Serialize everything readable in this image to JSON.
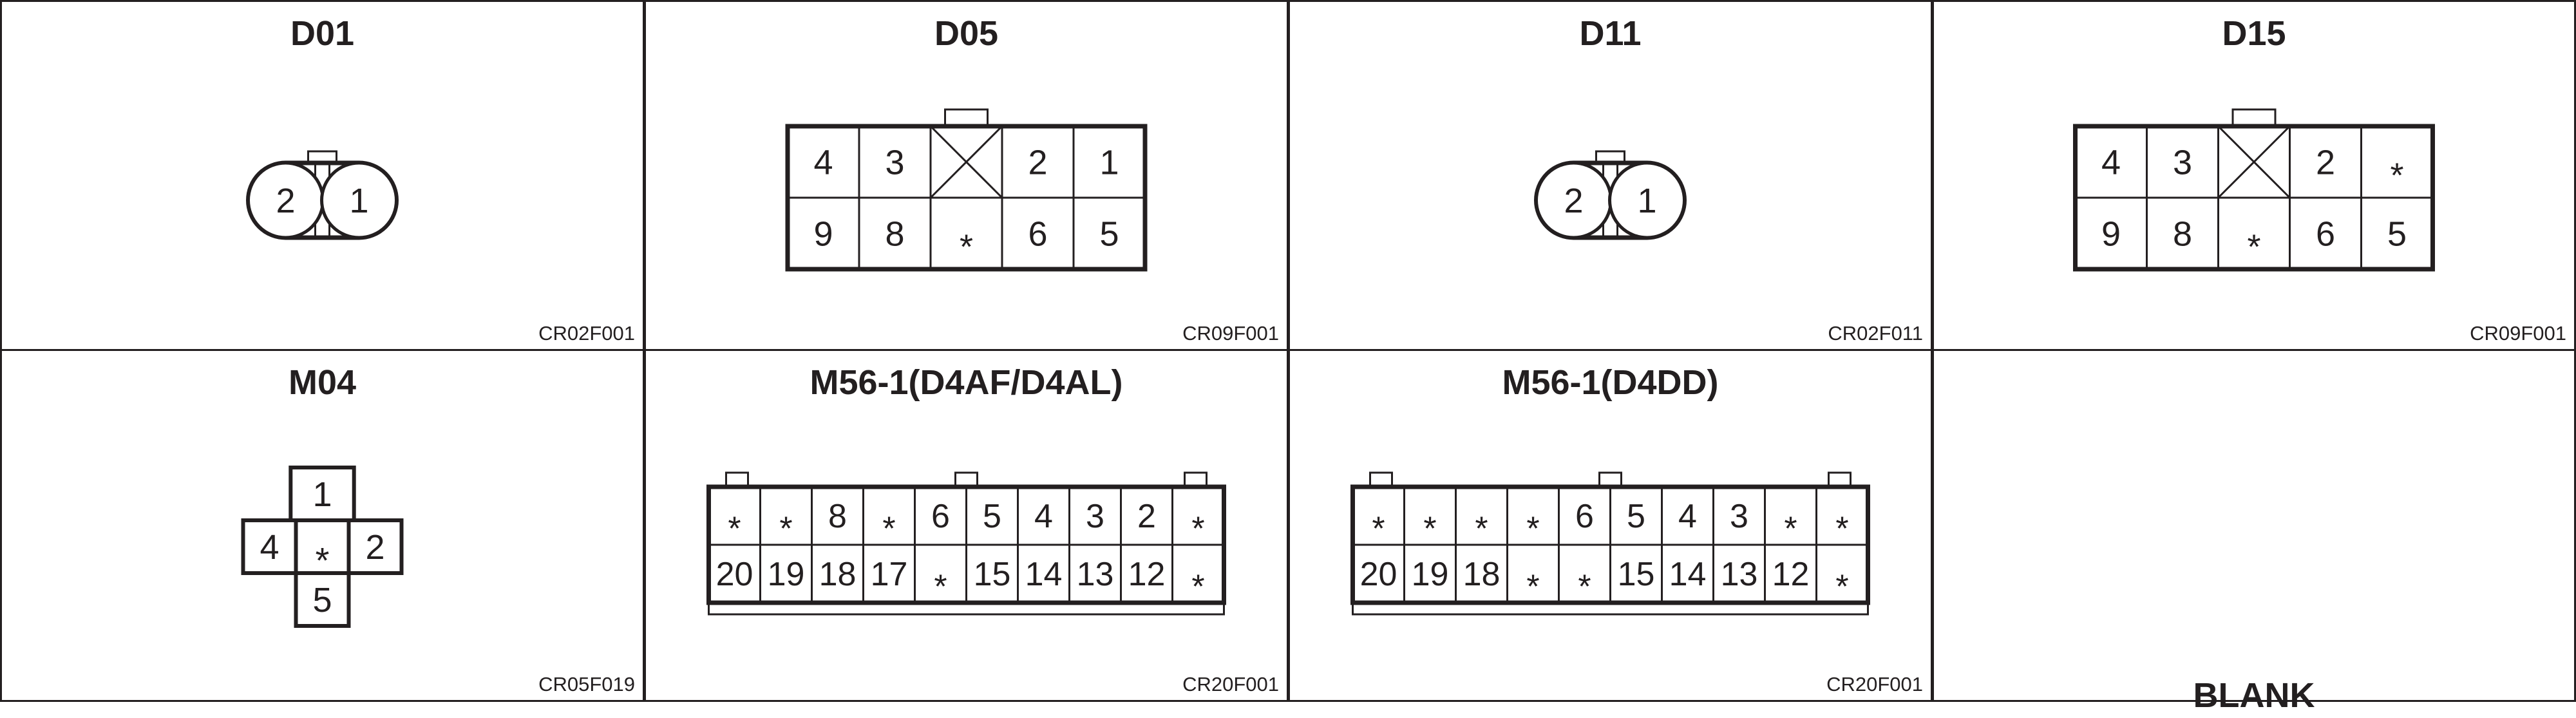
{
  "diagram": {
    "cells": [
      {
        "id": "D01",
        "title": "D01",
        "code": "CR02F001",
        "connector": {
          "type": "round-2",
          "pins": [
            "2",
            "1"
          ]
        }
      },
      {
        "id": "D05",
        "title": "D05",
        "code": "CR09F001",
        "connector": {
          "type": "rect-2x5",
          "top": [
            "4",
            "3",
            "X",
            "2",
            "1"
          ],
          "bottom": [
            "9",
            "8",
            "*",
            "6",
            "5"
          ]
        }
      },
      {
        "id": "D11",
        "title": "D11",
        "code": "CR02F011",
        "connector": {
          "type": "round-2",
          "pins": [
            "2",
            "1"
          ]
        }
      },
      {
        "id": "D15",
        "title": "D15",
        "code": "CR09F001",
        "connector": {
          "type": "rect-2x5",
          "top": [
            "4",
            "3",
            "X",
            "2",
            "*"
          ],
          "bottom": [
            "9",
            "8",
            "*",
            "6",
            "5"
          ]
        }
      },
      {
        "id": "M04",
        "title": "M04",
        "code": "CR05F019",
        "connector": {
          "type": "cross-5",
          "top": "1",
          "left": "4",
          "center": "*",
          "right": "2",
          "bottom": "5"
        }
      },
      {
        "id": "M56-1-D4AF",
        "title": "M56-1(D4AF/D4AL)",
        "code": "CR20F001",
        "connector": {
          "type": "rect-2x10",
          "top": [
            "*",
            "*",
            "8",
            "*",
            "6",
            "5",
            "4",
            "3",
            "2",
            "*"
          ],
          "bottom": [
            "20",
            "19",
            "18",
            "17",
            "*",
            "15",
            "14",
            "13",
            "12",
            "*"
          ]
        }
      },
      {
        "id": "M56-1-D4DD",
        "title": "M56-1(D4DD)",
        "code": "CR20F001",
        "connector": {
          "type": "rect-2x10",
          "top": [
            "*",
            "*",
            "*",
            "*",
            "6",
            "5",
            "4",
            "3",
            "*",
            "*"
          ],
          "bottom": [
            "20",
            "19",
            "18",
            "*",
            "*",
            "15",
            "14",
            "13",
            "12",
            "*"
          ]
        }
      },
      {
        "id": "BLANK",
        "title": "",
        "code": "",
        "label": "BLANK",
        "connector": null
      }
    ]
  }
}
